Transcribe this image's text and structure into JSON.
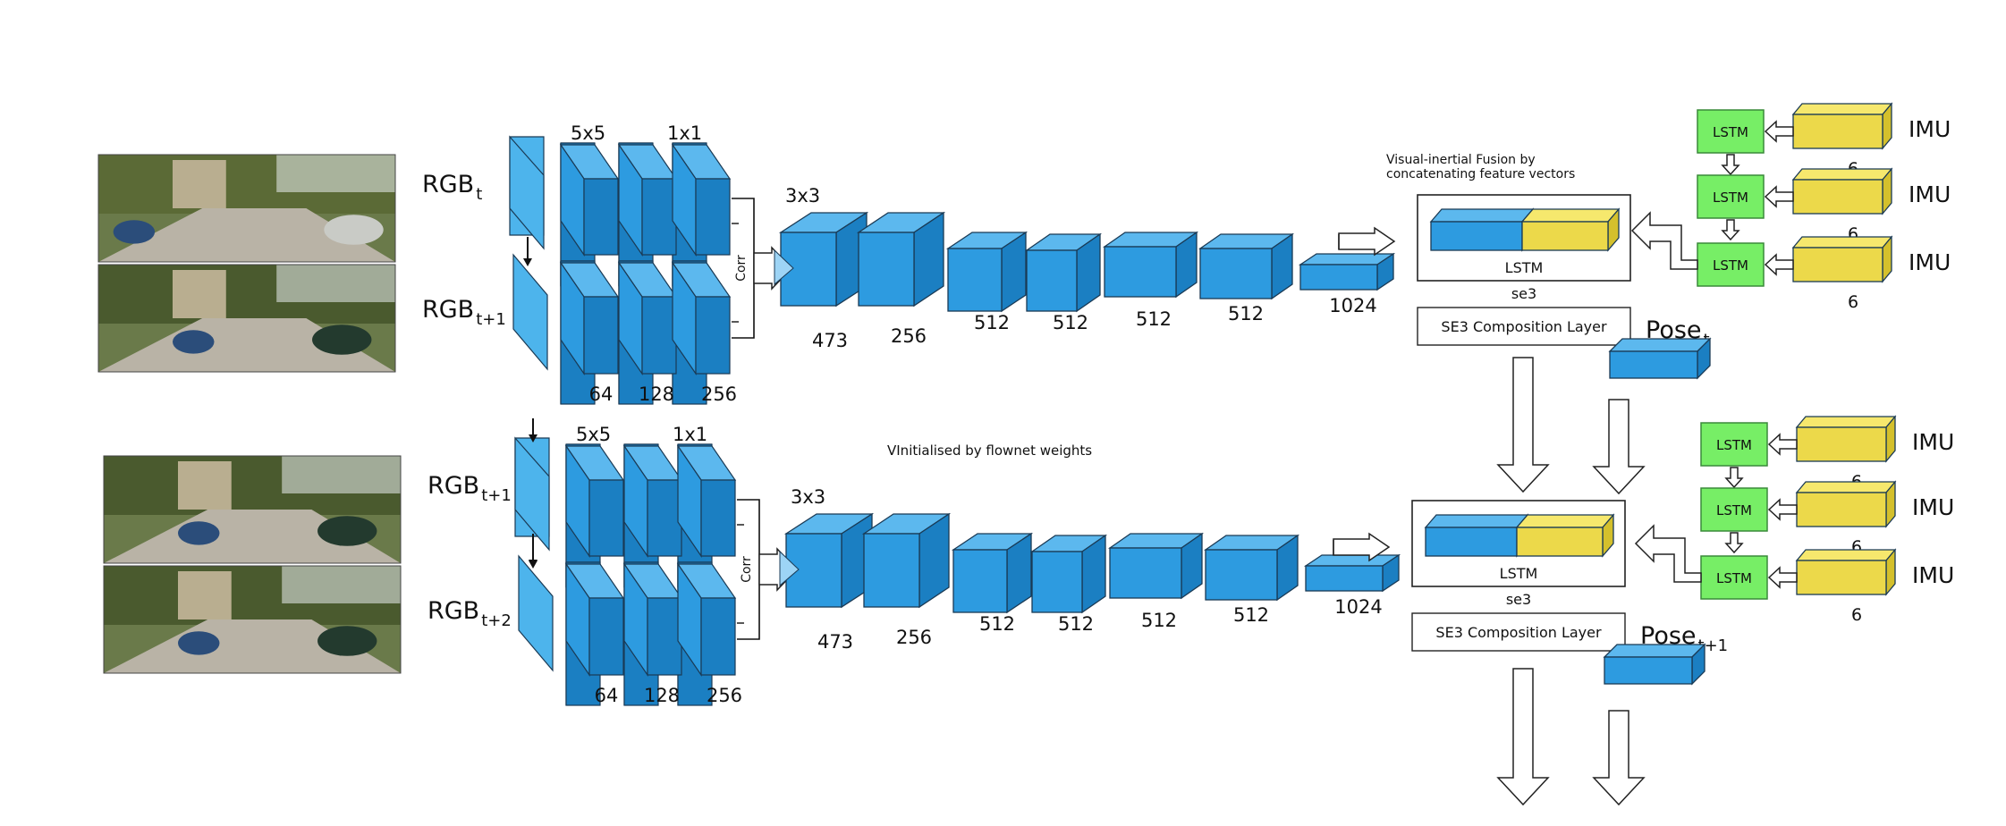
{
  "labels": {
    "rgb_base": "RGB",
    "sub_t": "t",
    "sub_t1": "t+1",
    "sub_t2": "t+2",
    "k5": "5x5",
    "k1": "1x1",
    "k3": "3x3",
    "corr": "Corr",
    "lstm": "LSTM",
    "se3": "se3",
    "se3_layer": "SE3 Composition Layer",
    "imu": "IMU",
    "imu_dim": "6",
    "pose": "Pose",
    "fusion_line1": "Visual-inertial Fusion by",
    "fusion_line2": "concatenating feature vectors",
    "init_note": "VInitialised by flownet weights"
  },
  "encoder_channels": [
    "64",
    "128",
    "256"
  ],
  "conv_channels": [
    "473",
    "256",
    "512",
    "512",
    "512",
    "512",
    "1024"
  ],
  "colors": {
    "blue_face": "#2d9be0",
    "blue_top": "#5cb8ee",
    "blue_side": "#1b7fc2",
    "input_plane": "#4db4ec",
    "yellow_face": "#ecd94a",
    "yellow_top": "#f6e86d",
    "yellow_side": "#d4c02c",
    "lstm_green": "#77ee66",
    "edge": "#1a3a55"
  },
  "icons": [
    "photo-road-scene",
    "down-arrow-icon",
    "right-hollow-arrow-icon",
    "down-hollow-arrow-icon",
    "left-hollow-arrow-icon"
  ]
}
